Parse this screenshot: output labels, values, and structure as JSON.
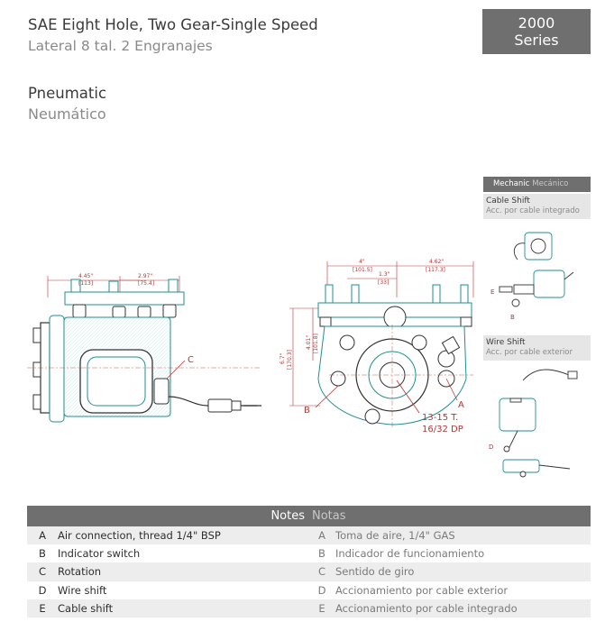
{
  "header": {
    "title_en": "SAE Eight Hole, Two Gear-Single Speed",
    "title_es": "Lateral 8 tal. 2 Engranajes",
    "series_number": "2000",
    "series_label": "Series"
  },
  "section": {
    "title_en": "Pneumatic",
    "title_es": "Neumático"
  },
  "drawing": {
    "dims": {
      "side_w1": "4.45\"",
      "side_w1_mm": "[113]",
      "side_w2": "2.97\"",
      "side_w2_mm": "[75.4]",
      "front_w1": "4\"",
      "front_w1_mm": "[101.5]",
      "front_w2": "4.62\"",
      "front_w2_mm": "[117.3]",
      "front_w3": "1.3\"",
      "front_w3_mm": "[33]",
      "front_h1": "4.01\"",
      "front_h1_mm": "[101.8]",
      "front_h2": "6.7\"",
      "front_h2_mm": "[170.3]"
    },
    "callouts": {
      "a": "A",
      "b": "B",
      "c": "C"
    },
    "gear_spec_1": "13-15 T.",
    "gear_spec_2": "16/32 DP"
  },
  "panel": {
    "header_en": "Mechanic",
    "header_es": "Mecánico",
    "cable_en": "Cable Shift",
    "cable_es": "Acc. por cable integrado",
    "wire_en": "Wire Shift",
    "wire_es": "Acc. por cable exterior",
    "mini_labels": {
      "e": "E",
      "b": "B",
      "d": "D"
    }
  },
  "notes": {
    "header_en": "Notes",
    "header_es": "Notas",
    "rows": [
      {
        "letter": "A",
        "en": "Air connection, thread 1/4\" BSP",
        "es": "Toma de aire, 1/4\" GAS"
      },
      {
        "letter": "B",
        "en": "Indicator switch",
        "es": "Indicador de funcionamiento"
      },
      {
        "letter": "C",
        "en": "Rotation",
        "es": "Sentido de giro"
      },
      {
        "letter": "D",
        "en": "Wire shift",
        "es": "Accionamiento por cable exterior"
      },
      {
        "letter": "E",
        "en": "Cable shift",
        "es": "Accionamiento por cable integrado"
      }
    ]
  },
  "colors": {
    "drawing_teal": "#1e8f94",
    "drawing_dark": "#333333",
    "callout_red": "#c03030",
    "header_gray": "#6f6f6f",
    "row_gray": "#ededed"
  }
}
